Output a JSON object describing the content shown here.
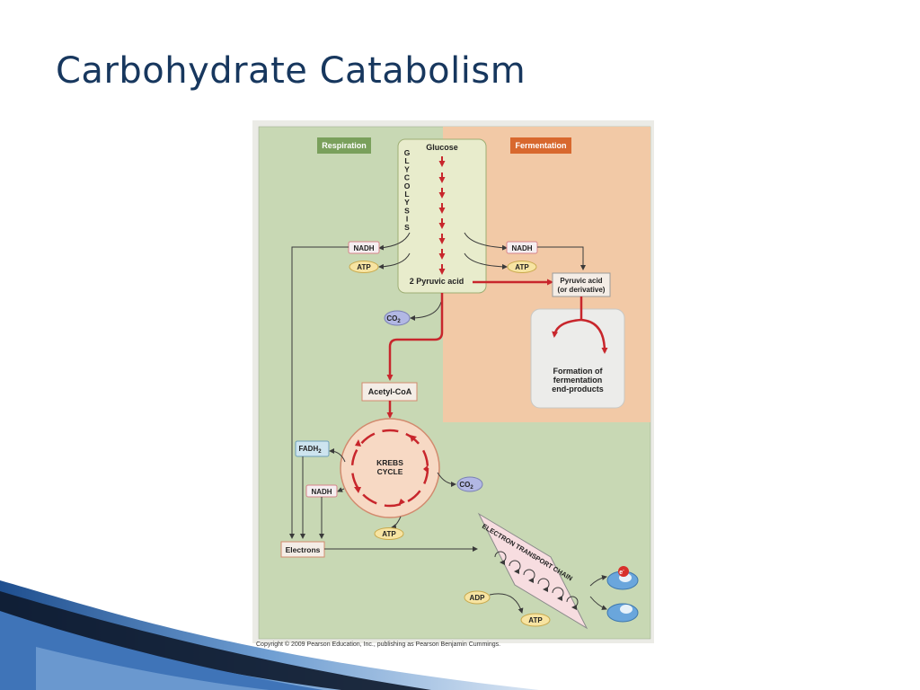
{
  "slide": {
    "title": "Carbohydrate Catabolism",
    "copyright": "Copyright © 2009 Pearson Education, Inc., publishing as Pearson Benjamin Cummings."
  },
  "diagram": {
    "respiration_label": "Respiration",
    "fermentation_label": "Fermentation",
    "glucose": "Glucose",
    "glycolysis_letters": [
      "G",
      "L",
      "Y",
      "C",
      "O",
      "L",
      "Y",
      "S",
      "I",
      "S"
    ],
    "pyruvic_acid": "2 Pyruvic acid",
    "nadh": "NADH",
    "atp": "ATP",
    "adp": "ADP",
    "fadh": "FADH",
    "fadh_sub": "2",
    "co2": "CO",
    "co2_sub": "2",
    "ferm_pyruvic_1": "Pyruvic acid",
    "ferm_pyruvic_2": "(or derivative)",
    "ferm_formation_1": "Formation of",
    "ferm_formation_2": "fermentation",
    "ferm_formation_3": "end-products",
    "acetyl_coa": "Acetyl-CoA",
    "krebs_1": "KREBS",
    "krebs_2": "CYCLE",
    "electrons": "Electrons",
    "etc": "ELECTRON TRANSPORT CHAIN",
    "electron_symbol": "e",
    "electron_sup": "-"
  },
  "colors": {
    "title": "#17375e",
    "respiration_bg": "#c8d8b4",
    "fermentation_bg": "#f2c9a6",
    "glycolysis_box": "#e8eccc",
    "red_arrow": "#c8262c",
    "nadh_border": "#d7848a",
    "atp_fill": "#f7e4a2",
    "co2_fill": "#b2b8e4",
    "fadh_fill": "#cde4ef",
    "krebs_fill": "#f7d9c4"
  }
}
